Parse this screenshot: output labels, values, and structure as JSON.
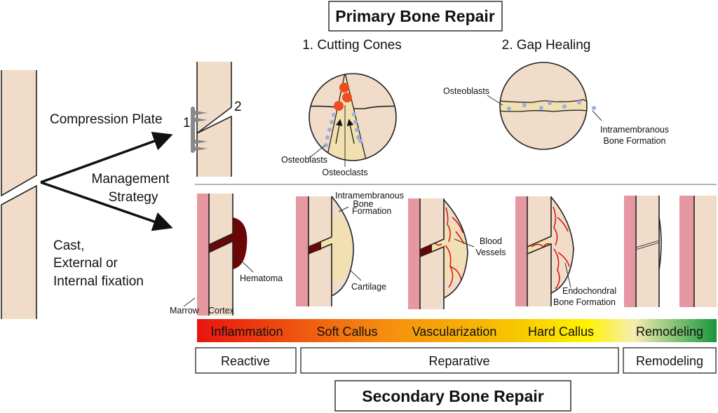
{
  "primary": {
    "title": "Primary Bone Repair",
    "cutting_cones": {
      "title": "1. Cutting Cones",
      "label_osteoblasts": "Osteoblasts",
      "label_osteoclasts": "Osteoclasts"
    },
    "gap_healing": {
      "title": "2. Gap Healing",
      "label_osteoblasts": "Osteoblasts",
      "label_intra_1": "Intramembranous",
      "label_intra_2": "Bone Formation"
    }
  },
  "management": {
    "compression_plate": "Compression Plate",
    "marker_1": "1",
    "marker_2": "2",
    "strategy_1": "Management",
    "strategy_2": "Strategy",
    "cast_1": "Cast,",
    "cast_2": "External or",
    "cast_3": "Internal fixation"
  },
  "secondary_labels": {
    "marrow": "Marrow",
    "cortex": "Cortex",
    "hematoma": "Hematoma",
    "intra_1": "Intramembranous",
    "intra_2": "Bone",
    "intra_3": "Formation",
    "cartilage": "Cartilage",
    "blood_1": "Blood",
    "blood_2": "Vessels",
    "endo_1": "Endochondral",
    "endo_2": "Bone Formation"
  },
  "stages_bar": {
    "colors": [
      "#e8140f",
      "#f5a000",
      "#fff000",
      "#f8f0a0",
      "#1a9a40"
    ],
    "items": [
      "Inflammation",
      "Soft Callus",
      "Vascularization",
      "Hard Callus",
      "Remodeling"
    ]
  },
  "phases": [
    "Reactive",
    "Reparative",
    "Remodeling"
  ],
  "secondary": {
    "title": "Secondary Bone Repair"
  }
}
